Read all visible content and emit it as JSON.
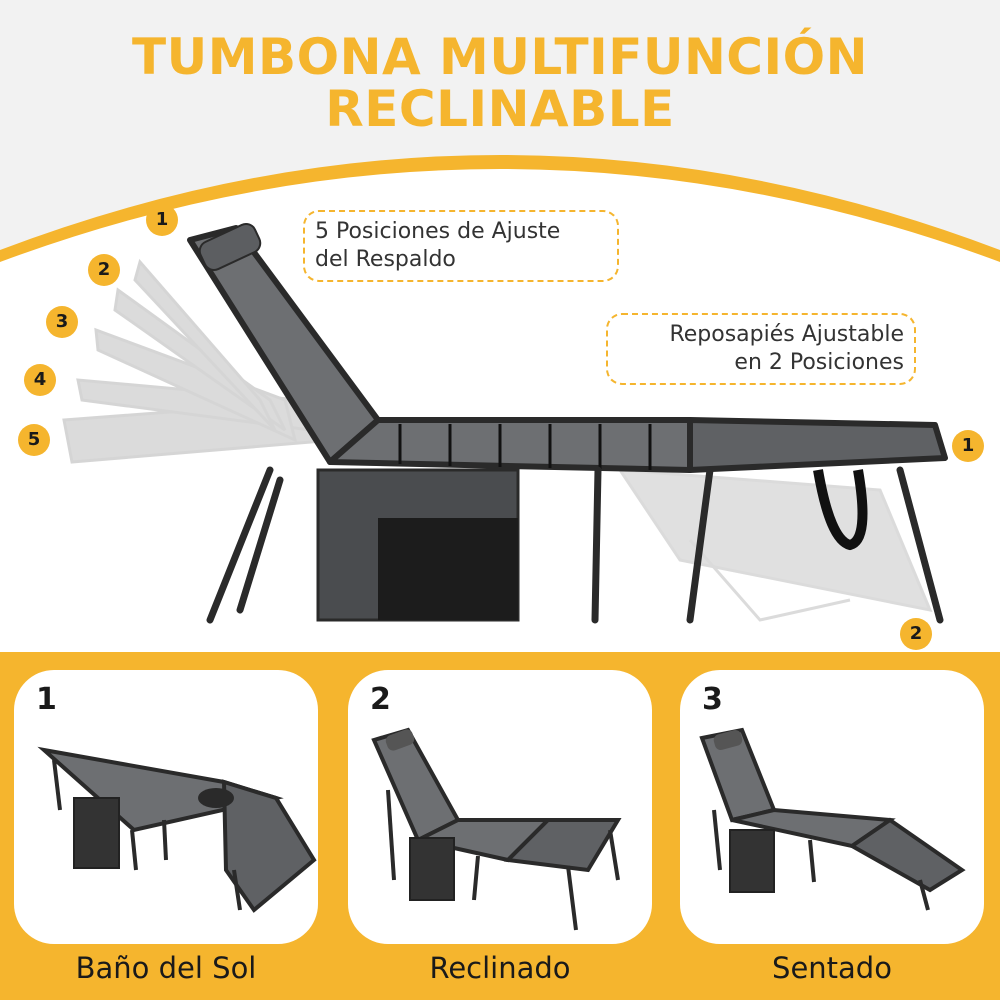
{
  "title": {
    "line1": "TUMBONA MULTIFUNCIÓN",
    "line2": "RECLINABLE"
  },
  "callouts": {
    "backrest": {
      "line1": "5 Posiciones de Ajuste",
      "line2": "del Respaldo"
    },
    "footrest": {
      "line1": "Reposapiés Ajustable",
      "line2": "en 2 Posiciones"
    }
  },
  "backrest_badges": [
    "1",
    "2",
    "3",
    "4",
    "5"
  ],
  "footrest_badges": [
    "1",
    "2"
  ],
  "panels": [
    {
      "number": "1",
      "caption": "Baño del Sol"
    },
    {
      "number": "2",
      "caption": "Reclinado"
    },
    {
      "number": "3",
      "caption": "Sentado"
    }
  ],
  "colors": {
    "accent": "#f5b52e",
    "fabric": "#6d6f72",
    "frame": "#2a2a2a",
    "band": "#f2f2f2"
  }
}
